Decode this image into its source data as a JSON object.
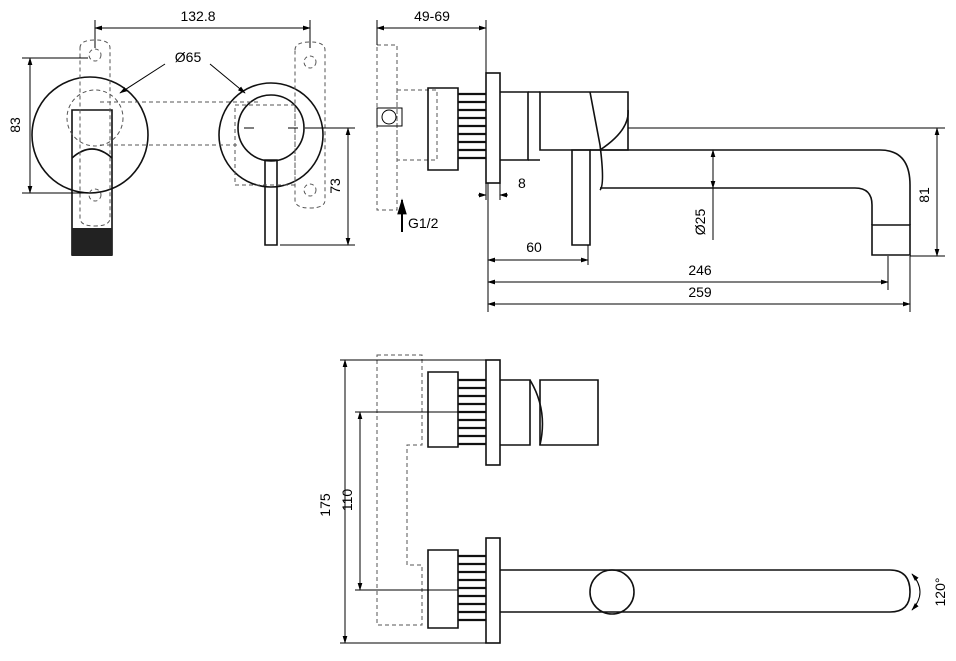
{
  "dimensions": {
    "plate_spacing": "132.8",
    "rosette_diameter": "Ø65",
    "rosette_height": "83",
    "lever_height": "73",
    "wall_depth": "49-69",
    "thread_label": "G1/2",
    "gap": "8",
    "handle_depth": "60",
    "spout_diameter": "Ø25",
    "spout_height": "81",
    "spout_reach": "246",
    "total_length": "259",
    "total_height": "175",
    "centre_distance": "110",
    "rotation_angle": "120°"
  }
}
